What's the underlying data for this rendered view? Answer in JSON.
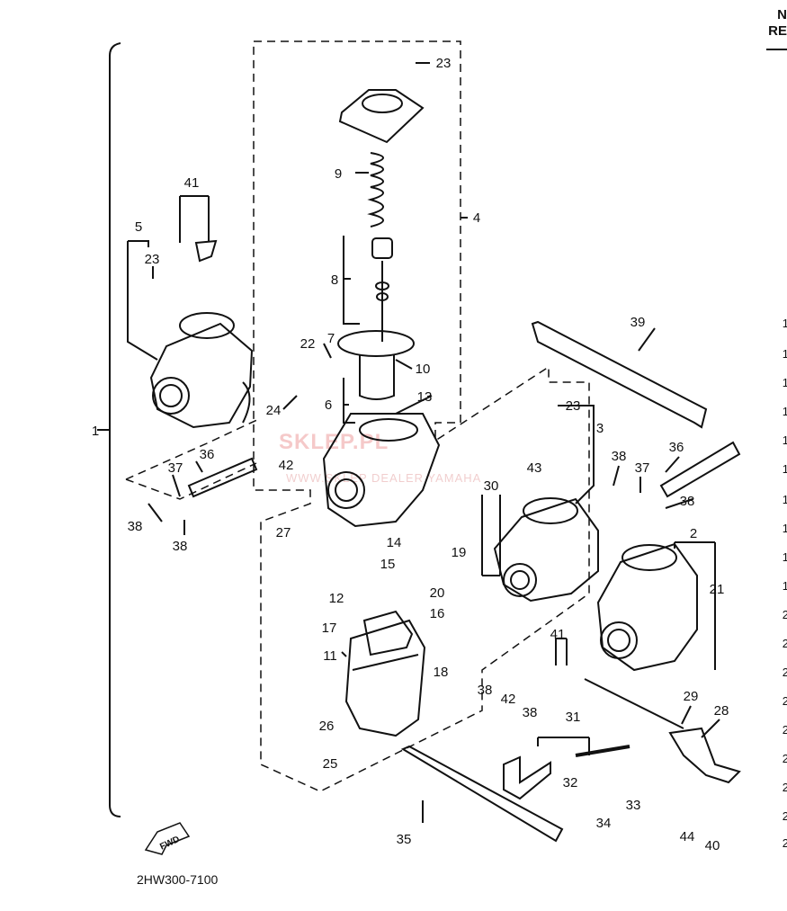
{
  "header_corner": [
    "N",
    "RE"
  ],
  "diagram_code": "2HW300-7100",
  "fwd_label": "FWD",
  "watermark": "SKLEP.PL",
  "watermark_sub": "WWW.SKLEP DEALER YAMAHA",
  "labels": [
    "1",
    "2",
    "3",
    "4",
    "5",
    "6",
    "7",
    "8",
    "9",
    "10",
    "11",
    "12",
    "13",
    "14",
    "15",
    "16",
    "17",
    "18",
    "19",
    "20",
    "21",
    "22",
    "23",
    "24",
    "25",
    "26",
    "27",
    "28",
    "29",
    "30",
    "31",
    "32",
    "33",
    "34",
    "35",
    "36",
    "37",
    "38",
    "39",
    "40",
    "41",
    "42",
    "43",
    "44"
  ],
  "extra_labels": [
    "23",
    "23",
    "23",
    "36",
    "37",
    "38",
    "38",
    "38",
    "38",
    "38",
    "41",
    "42"
  ],
  "side_ticks": [
    "1",
    "1",
    "1",
    "1",
    "1",
    "1",
    "1",
    "1",
    "1",
    "1",
    "2",
    "2",
    "2",
    "2",
    "2",
    "2",
    "2",
    "2",
    "2"
  ]
}
